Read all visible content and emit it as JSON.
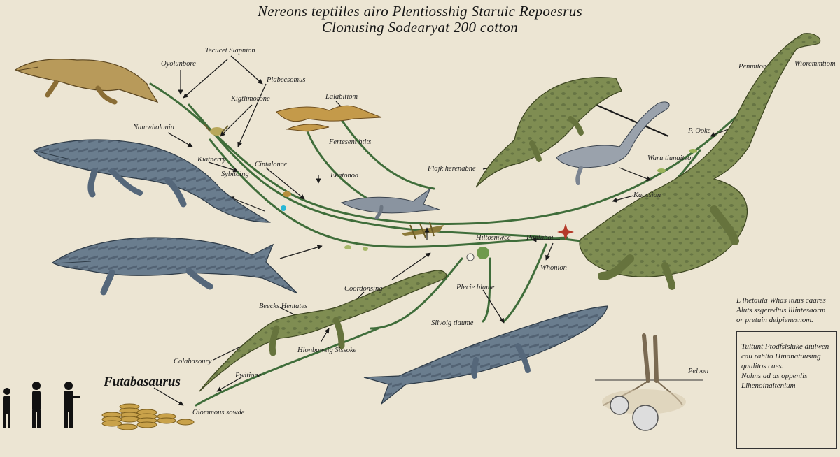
{
  "title": {
    "line1": "Nereons teptiiles airo Plentiosshig Staruic Repoesrus",
    "line2": "Clonusing Sodearyat 200 cotton"
  },
  "labels": {
    "oyolunbore": "Oyolunbore",
    "tecucet_slapnion": "Tecucet Slapnion",
    "plabecsomus": "Plabecsomus",
    "kigtlimorone": "Kigtlimorone",
    "lalabltiom": "Lalabltiom",
    "namwholonin": "Namwholonin",
    "ferfeseut_htits": "Fertesent htits",
    "kiatnerry": "Kiatnerry",
    "cintalonce": "Cintalonce",
    "sybitoing": "Sybitoing",
    "ekatonod": "Ekatonod",
    "flajk_herenabne": "Flajk herenabne",
    "penmiton": "Penmiton",
    "wioremmtiom": "Wioremmtiom",
    "p_ooke": "P. Ooke",
    "waru_tiunaiteon": "Waru tiunaiteon",
    "kaossion": "Kaossion",
    "hiltosmwce": "Hiltosmwce",
    "pantaboi": "Pantaboi",
    "whonion": "Whonion",
    "coordonsing": "Coordonsing",
    "plecie_blame": "Plecie blame",
    "beecks_hentates": "Beecks Hentates",
    "slivoig_tiaume": "Slivoig tiaume",
    "hlonbowsig_sissoke": "Hlonbowsig Sissoke",
    "colabasoury": "Colabasoury",
    "pwitione": "Pwitione",
    "oiommous_sowde": "Oiommous sowde",
    "pelvon": "Pelvon",
    "futabasaurus": "Futabasaurus"
  },
  "side_note": {
    "lines": [
      "L lhetaula Whas ituus caares",
      "Aluts ssgeredtus lllintesaorm",
      "or pretuin delpienesnom."
    ]
  },
  "boxed_note": {
    "lines": [
      "Tultunt Ptodfslsluke diulwen",
      "cau rahlto Hinanatuusing",
      "qualitos caes.",
      "Nohns ad as oppenlis",
      "Llhenoinaitenium"
    ]
  },
  "colors": {
    "background": "#ece5d3",
    "branch": "#3f6d3a",
    "reptile_blue": "#6a7d8e",
    "reptile_green": "#7f8d52",
    "reptile_tan": "#b89a5a",
    "coin": "#c9a24a"
  },
  "icons": [
    "human-silhouette-icon",
    "coin-stack-icon",
    "fossil-root-icon",
    "leaf-node-icon"
  ]
}
